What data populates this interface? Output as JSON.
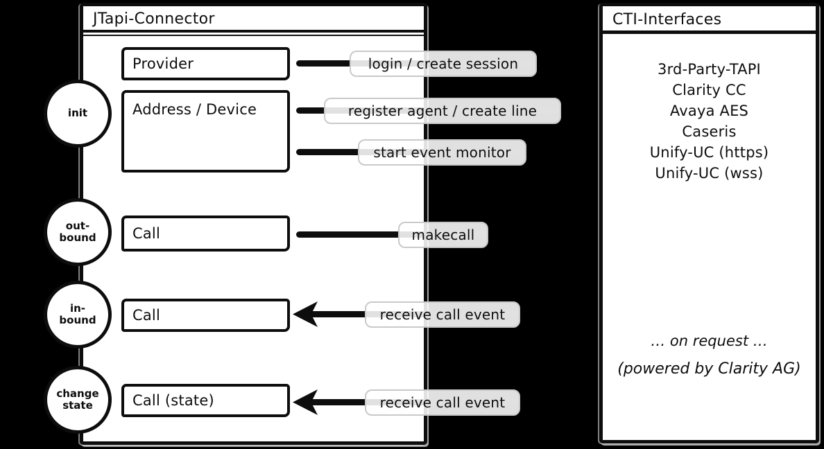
{
  "jtapi": {
    "title": "JTapi-Connector",
    "boxes": {
      "provider": "Provider",
      "address_device": "Address / Device",
      "call_outbound": "Call",
      "call_inbound": "Call",
      "call_state": "Call (state)"
    },
    "stages": {
      "init": "init",
      "outbound": "out-\nbound",
      "inbound": "in-\nbound",
      "change_state": "change\nstate"
    }
  },
  "connectors": {
    "login": "login / create session",
    "register": "register agent / create line",
    "monitor": "start event monitor",
    "makecall": "makecall",
    "receive_inbound": "receive call event",
    "receive_state": "receive call event"
  },
  "cti": {
    "title": "CTI-Interfaces",
    "items": [
      "3rd-Party-TAPI",
      "Clarity CC",
      "Avaya AES",
      "Caseris",
      "Unify-UC (https)",
      "Unify-UC (wss)"
    ],
    "note_request": "… on request …",
    "note_powered": "(powered by Clarity AG)"
  },
  "colors": {
    "background": "#000000",
    "panel_fill": "#ffffff",
    "stroke": "#0d0d0d",
    "label_border": "#c9c9c9"
  }
}
